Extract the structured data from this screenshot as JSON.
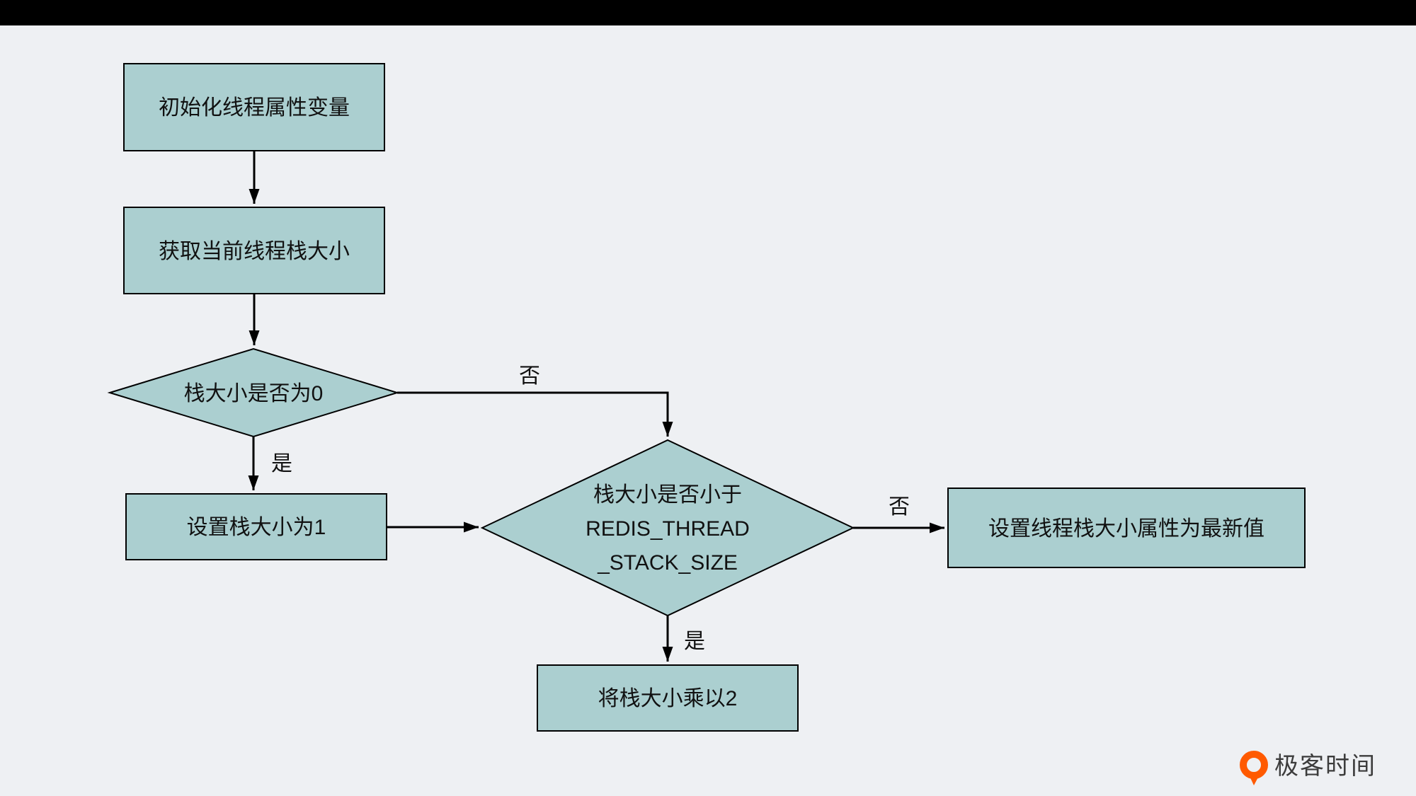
{
  "page": {
    "background_color": "#eef0f3",
    "topbar_color": "#000000"
  },
  "flowchart": {
    "node_fill": "#abcfd0",
    "node_stroke": "#000000",
    "arrow_color": "#000000",
    "nodes": {
      "init_thread_attr": {
        "label": "初始化线程属性变量"
      },
      "get_current_stack_size": {
        "label": "获取当前线程栈大小"
      },
      "is_stack_size_zero": {
        "label": "栈大小是否为0"
      },
      "set_stack_size_one": {
        "label": "设置栈大小为1"
      },
      "is_less_than_redis_thread_stack_size": {
        "line1": "栈大小是否小于",
        "line2": "REDIS_THREAD",
        "line3": "_STACK_SIZE"
      },
      "set_thread_stack_attr_latest": {
        "label": "设置线程栈大小属性为最新值"
      },
      "multiply_stack_by_two": {
        "label": "将栈大小乘以2"
      }
    },
    "edge_labels": {
      "is_zero_yes": "是",
      "is_zero_no": "否",
      "is_less_yes": "是",
      "is_less_no": "否"
    }
  },
  "branding": {
    "logo_text": "极客时间",
    "logo_color": "#ff5a00",
    "logo_text_color": "#3c3c3c"
  }
}
